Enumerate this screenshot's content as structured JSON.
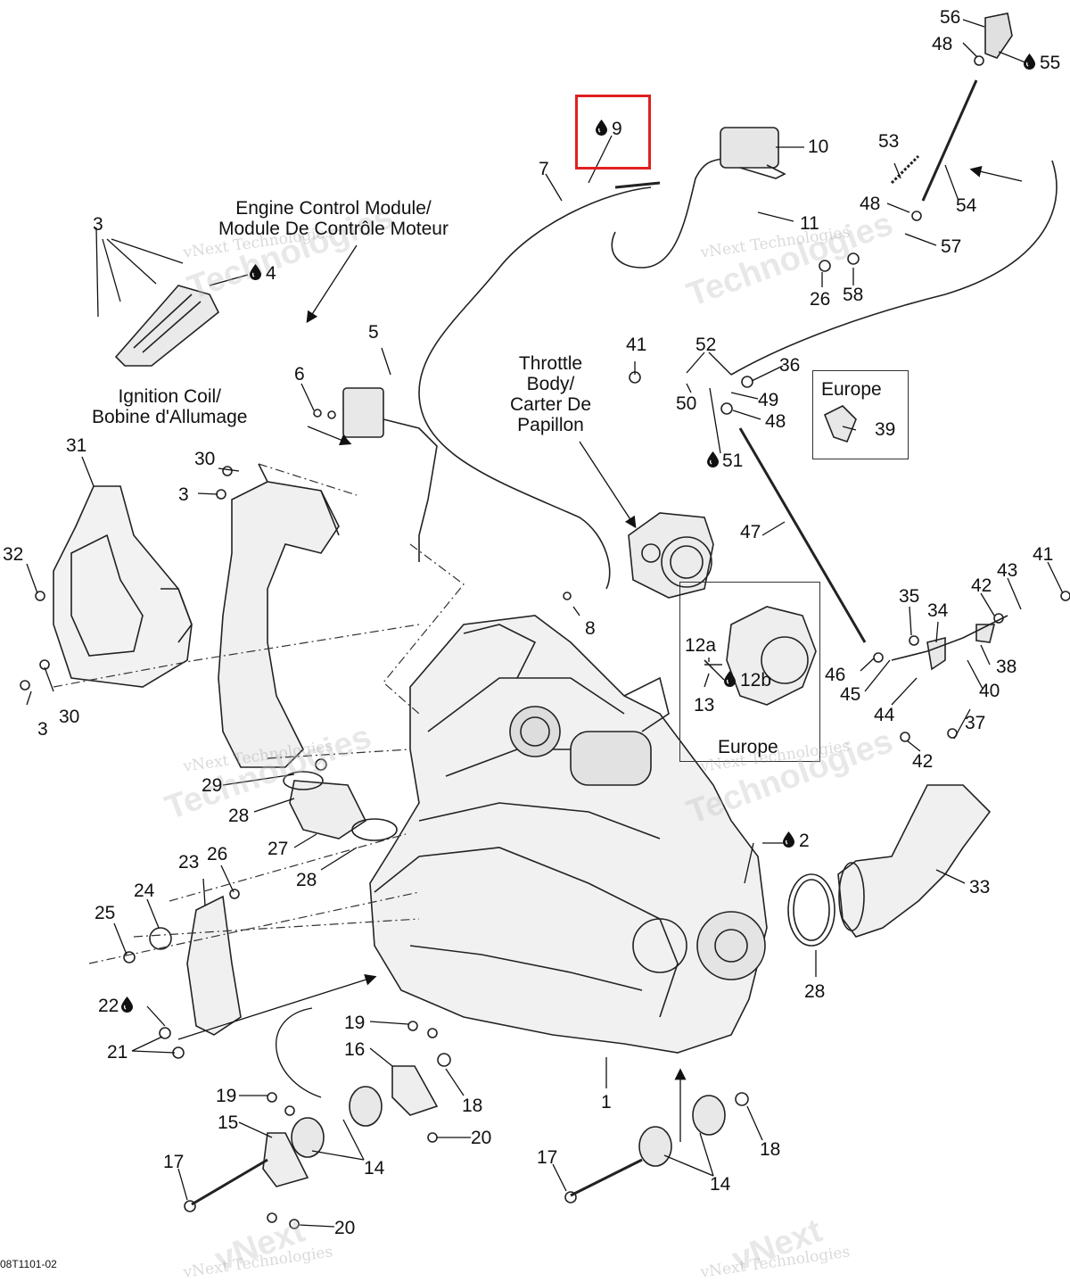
{
  "callouts": {
    "engine_control_module": "Engine Control Module/\nModule De Contrôle Moteur",
    "ignition_coil": "Ignition Coil/\nBobine d'Allumage",
    "throttle_body": "Throttle\nBody/\nCarter De\nPapillon",
    "europe_1": "Europe",
    "europe_2": "Europe"
  },
  "watermarks": {
    "small": "vNext Technologies",
    "big": "Technologies",
    "big2": "vNext"
  },
  "footer_code": "08T1101-02",
  "parts": {
    "p1": "1",
    "p2": "2",
    "p3a": "3",
    "p3b": "3",
    "p3c": "3",
    "p4": "4",
    "p5": "5",
    "p6": "6",
    "p7": "7",
    "p8": "8",
    "p9": "9",
    "p10": "10",
    "p11": "11",
    "p12a": "12a",
    "p12b": "12b",
    "p13": "13",
    "p14a": "14",
    "p14b": "14",
    "p15": "15",
    "p16": "16",
    "p17a": "17",
    "p17b": "17",
    "p18a": "18",
    "p18b": "18",
    "p19a": "19",
    "p19b": "19",
    "p20a": "20",
    "p20b": "20",
    "p21": "21",
    "p22": "22",
    "p23": "23",
    "p24": "24",
    "p25": "25",
    "p26a": "26",
    "p26b": "26",
    "p27": "27",
    "p28a": "28",
    "p28b": "28",
    "p28c": "28",
    "p29": "29",
    "p30a": "30",
    "p30b": "30",
    "p31": "31",
    "p32": "32",
    "p33": "33",
    "p34": "34",
    "p35": "35",
    "p36": "36",
    "p37": "37",
    "p38": "38",
    "p39": "39",
    "p40": "40",
    "p41a": "41",
    "p41b": "41",
    "p42a": "42",
    "p42b": "42",
    "p43": "43",
    "p44": "44",
    "p45": "45",
    "p46": "46",
    "p47": "47",
    "p48a": "48",
    "p48b": "48",
    "p48c": "48",
    "p49": "49",
    "p50": "50",
    "p51": "51",
    "p52": "52",
    "p53": "53",
    "p54": "54",
    "p55": "55",
    "p56": "56",
    "p57": "57",
    "p58": "58"
  },
  "colors": {
    "highlight": "#e02020",
    "ink": "#111111"
  }
}
